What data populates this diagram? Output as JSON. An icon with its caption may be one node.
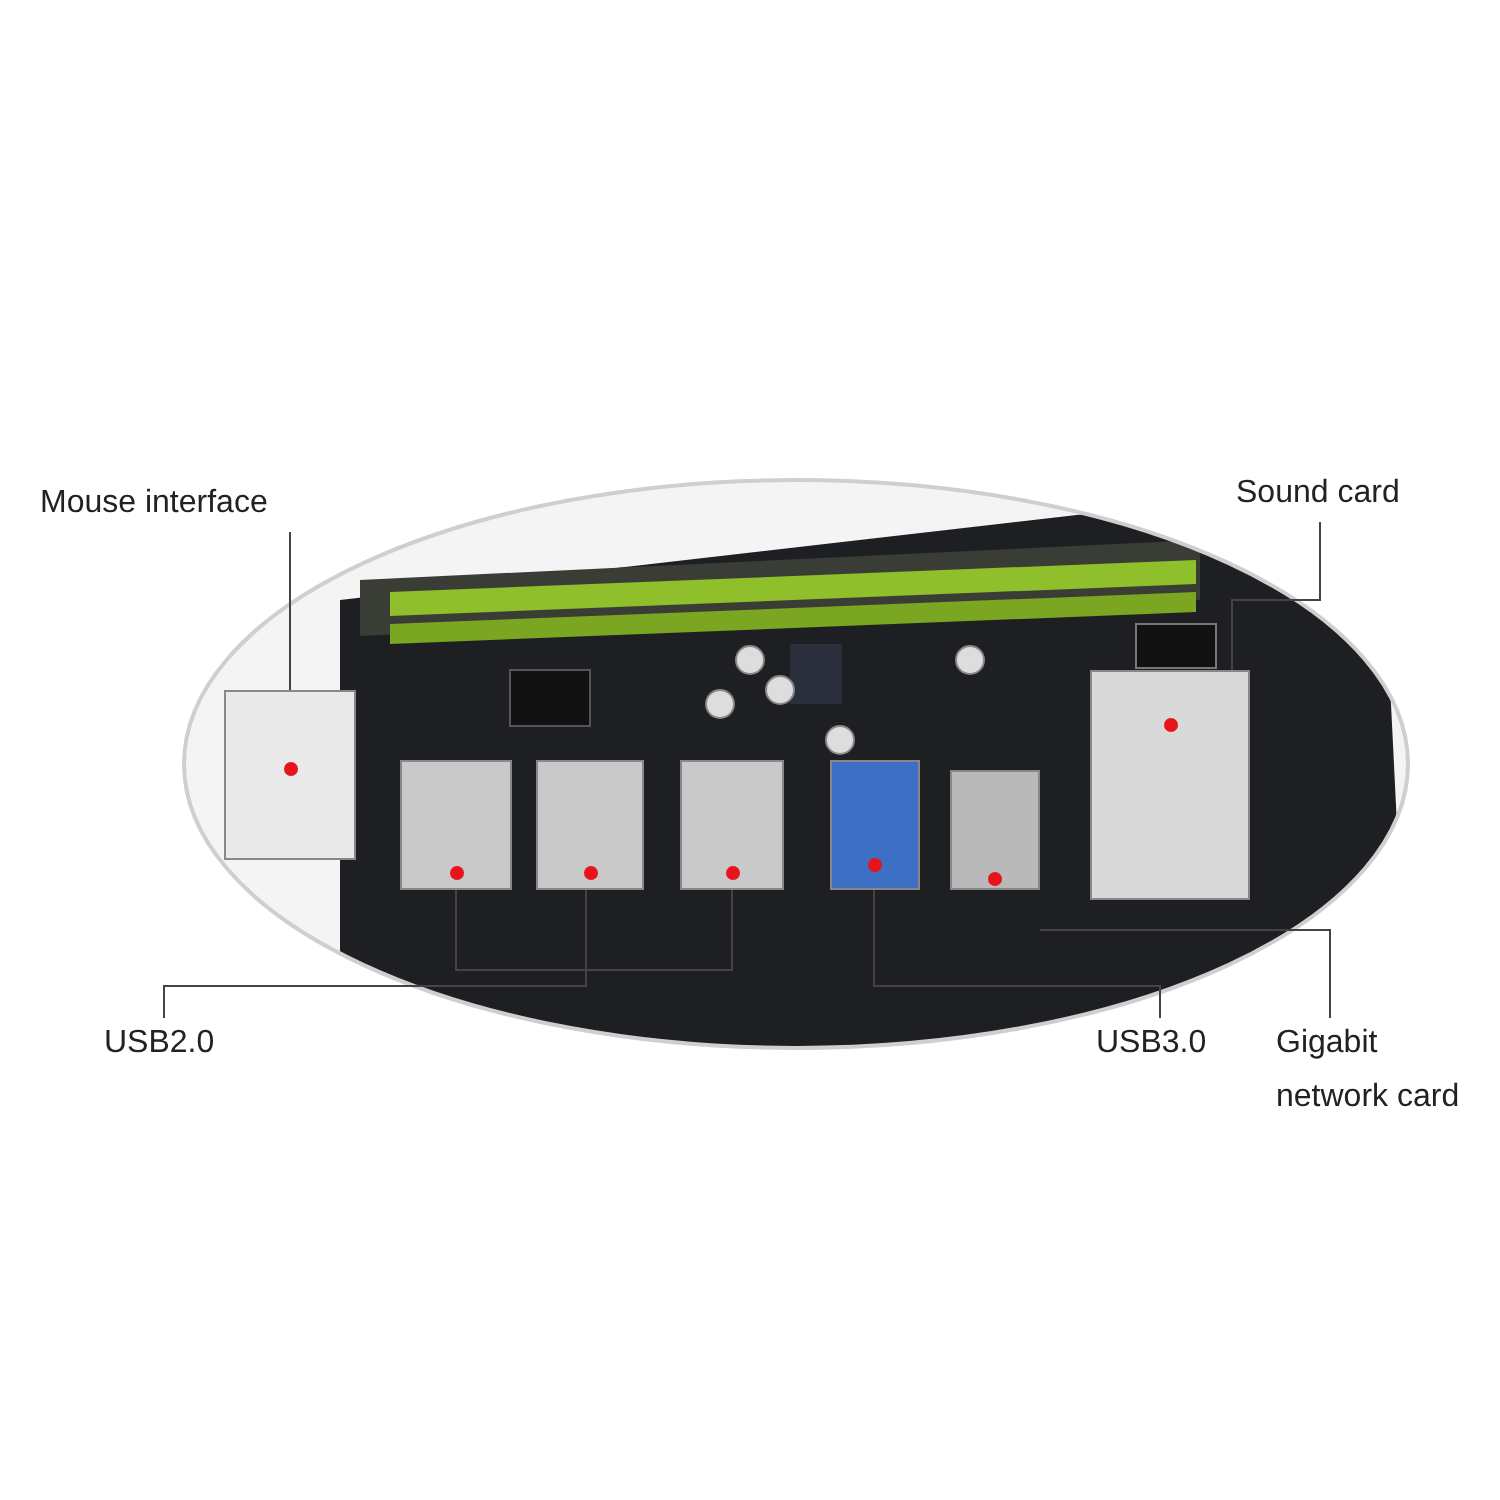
{
  "diagram": {
    "nodes": [
      {
        "text": [
          "Mouse interface"
        ]
      },
      {
        "text": [],
        "shape": "picture"
      },
      {
        "text": [
          "Sound card"
        ]
      },
      {
        "text": [],
        "shape": "picture"
      },
      {
        "text": [
          "USB2.0"
        ]
      },
      {
        "text": [],
        "shape": "picture"
      },
      {
        "text": [],
        "shape": "picture"
      },
      {
        "text": [],
        "shape": "picture"
      },
      {
        "text": [
          "USB3.0"
        ]
      },
      {
        "text": [],
        "shape": "picture"
      },
      {
        "text": [
          "Gigabit network card"
        ]
      },
      {
        "text": [],
        "shape": "picture"
      }
    ],
    "edges": [
      {
        "from": 0,
        "to": 1,
        "arrow": "none"
      },
      {
        "from": 2,
        "to": 3,
        "arrow": "none"
      },
      {
        "from": 4,
        "to": 5,
        "arrow": "none"
      },
      {
        "from": 4,
        "to": 6,
        "arrow": "none"
      },
      {
        "from": 4,
        "to": 7,
        "arrow": "none"
      },
      {
        "from": 8,
        "to": 9,
        "arrow": "none"
      },
      {
        "from": 10,
        "to": 11,
        "arrow": "none"
      }
    ]
  }
}
